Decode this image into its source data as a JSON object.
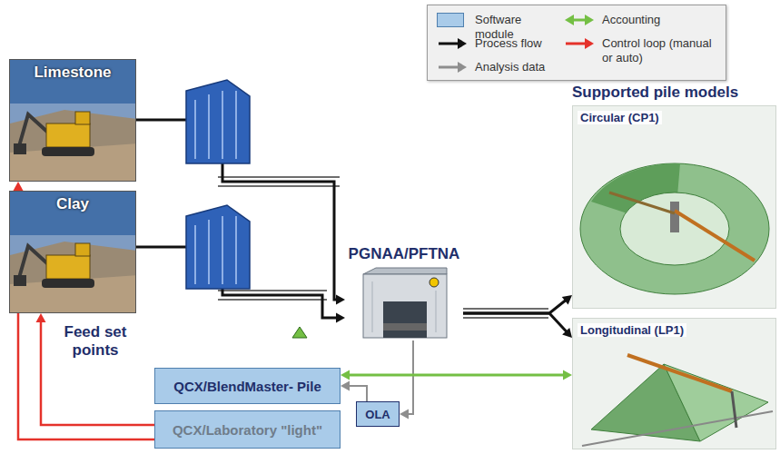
{
  "diagram": {
    "nodes": [
      {
        "text": [
          "Limestone"
        ]
      },
      {
        "text": [
          "Clay"
        ]
      },
      {
        "text": [
          "PGNAA/PFTNA"
        ]
      },
      {
        "text": [
          "Circular (CP1)"
        ]
      },
      {
        "text": [
          "Longitudinal (LP1)"
        ]
      },
      {
        "text": [
          "QCX/BlendMaster- Pile"
        ]
      },
      {
        "text": [
          "OLA"
        ]
      },
      {
        "text": [
          "QCX/Laboratory \"light\""
        ]
      }
    ],
    "edges": [
      {
        "from": 0,
        "to": 2,
        "arrow": "to"
      },
      {
        "from": 1,
        "to": 2,
        "arrow": "to"
      },
      {
        "from": 2,
        "to": 3,
        "arrow": "to"
      },
      {
        "from": 2,
        "to": 4,
        "arrow": "to"
      },
      {
        "from": 2,
        "to": 6,
        "arrow": "to"
      },
      {
        "from": 6,
        "to": 5,
        "arrow": "to"
      },
      {
        "from": 5,
        "to": 4,
        "arrow": "both"
      },
      {
        "from": 7,
        "to": 0,
        "arrow": "to"
      },
      {
        "from": 7,
        "to": 1,
        "arrow": "to"
      }
    ],
    "labels": [
      "Supported pile models",
      "Feed set points"
    ],
    "legend": [
      {
        "text": "Software module",
        "color": "#a9cbe9"
      },
      {
        "text": "Accounting"
      },
      {
        "text": "Process flow"
      },
      {
        "text": "Control loop (manual or auto)"
      },
      {
        "text": "Analysis data"
      }
    ]
  }
}
